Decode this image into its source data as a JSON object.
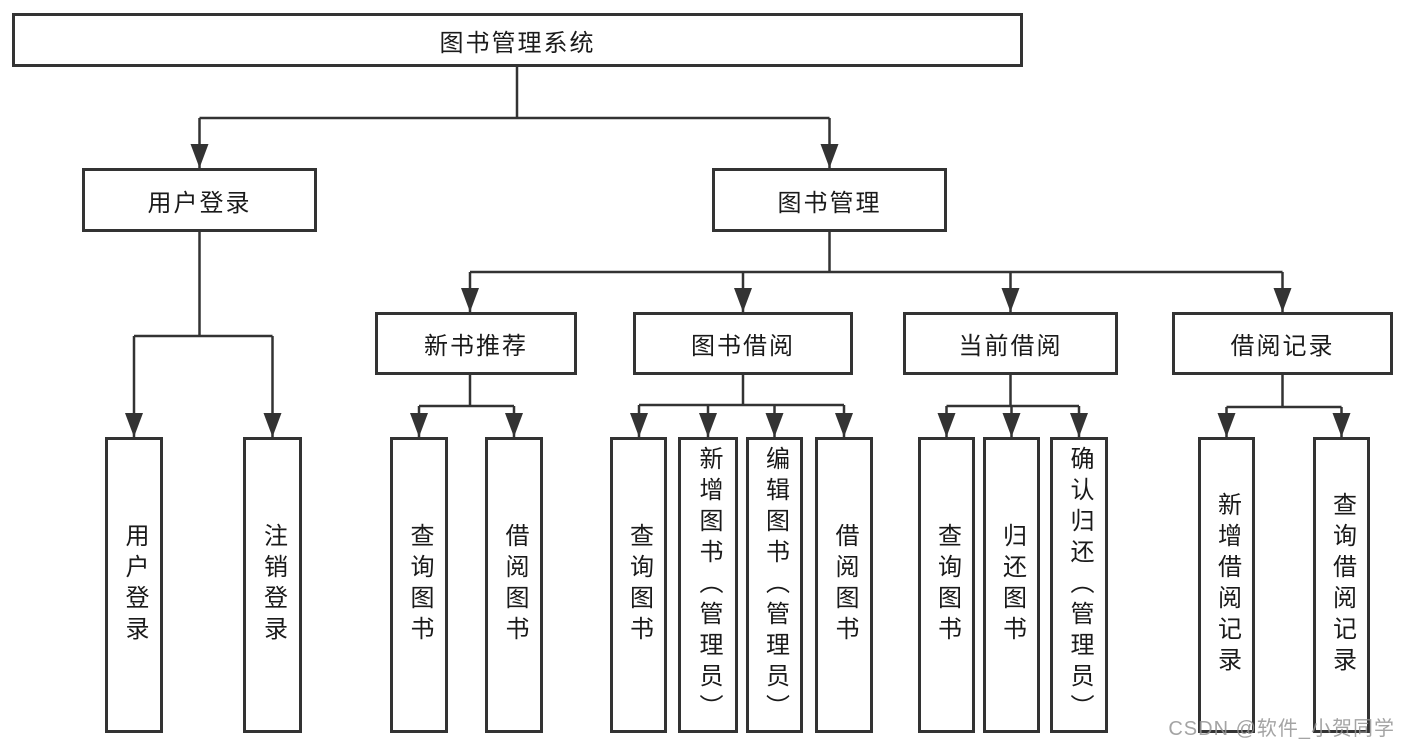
{
  "nodes": {
    "root": "图书管理系统",
    "branches": [
      {
        "label": "用户登录",
        "children": [
          "用户登录",
          "注销登录"
        ]
      },
      {
        "label": "图书管理",
        "modules": [
          {
            "label": "新书推荐",
            "children": [
              "查询图书",
              "借阅图书"
            ]
          },
          {
            "label": "图书借阅",
            "children": [
              "查询图书",
              "新增图书（管理员）",
              "编辑图书（管理员）",
              "借阅图书"
            ]
          },
          {
            "label": "当前借阅",
            "children": [
              "查询图书",
              "归还图书",
              "确认归还（管理员）"
            ]
          },
          {
            "label": "借阅记录",
            "children": [
              "新增借阅记录",
              "查询借阅记录"
            ]
          }
        ]
      }
    ]
  },
  "watermark": "CSDN @软件_小贺同学",
  "colors": {
    "line": "#333333",
    "text": "#1a1a1a",
    "background": "#ffffff",
    "watermark": "#949494"
  }
}
